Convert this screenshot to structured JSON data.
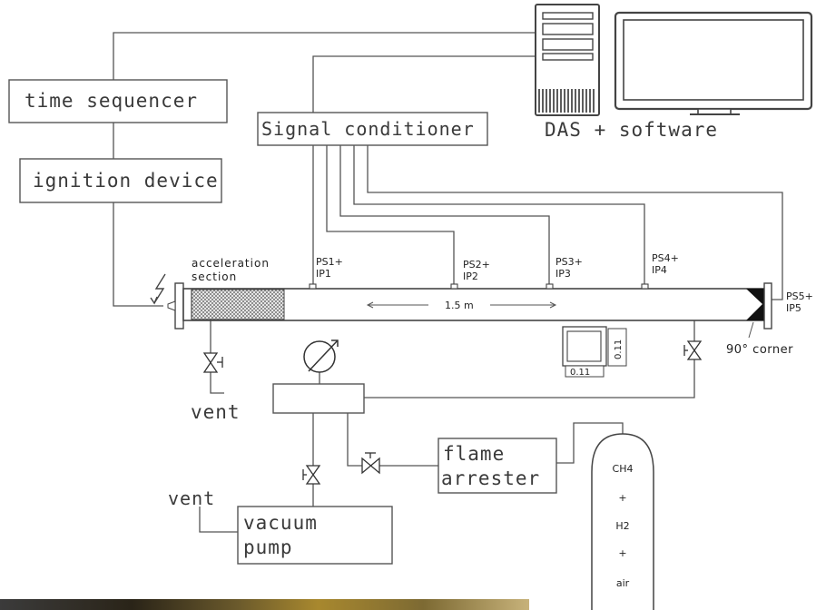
{
  "labels": {
    "time_sequencer": "time sequencer",
    "ignition_device": "ignition device",
    "signal_conditioner": "Signal conditioner",
    "das_software": "DAS + software",
    "acceleration_line1": "acceleration",
    "acceleration_line2": "section",
    "distance": "1.5 m",
    "corner": "90° corner",
    "vent_top": "vent",
    "vent_bottom": "vent",
    "flame_line1": "flame",
    "flame_line2": "arrester",
    "vacuum_line1": "vacuum",
    "vacuum_line2": "pump",
    "cross_section_w": "0.11",
    "cross_section_h": "0.11"
  },
  "sensors": [
    {
      "line1": "PS1+",
      "line2": "IP1"
    },
    {
      "line1": "PS2+",
      "line2": "IP2"
    },
    {
      "line1": "PS3+",
      "line2": "IP3"
    },
    {
      "line1": "PS4+",
      "line2": "IP4"
    },
    {
      "line1": "PS5+",
      "line2": "IP5"
    }
  ],
  "cylinder": [
    "CH4",
    "+",
    "H2",
    "+",
    "air"
  ],
  "colors": {
    "line": "#555555",
    "text": "#3a3a3a",
    "hatch": "#8a8a8a",
    "photo_strip": "#5a4b2a"
  }
}
